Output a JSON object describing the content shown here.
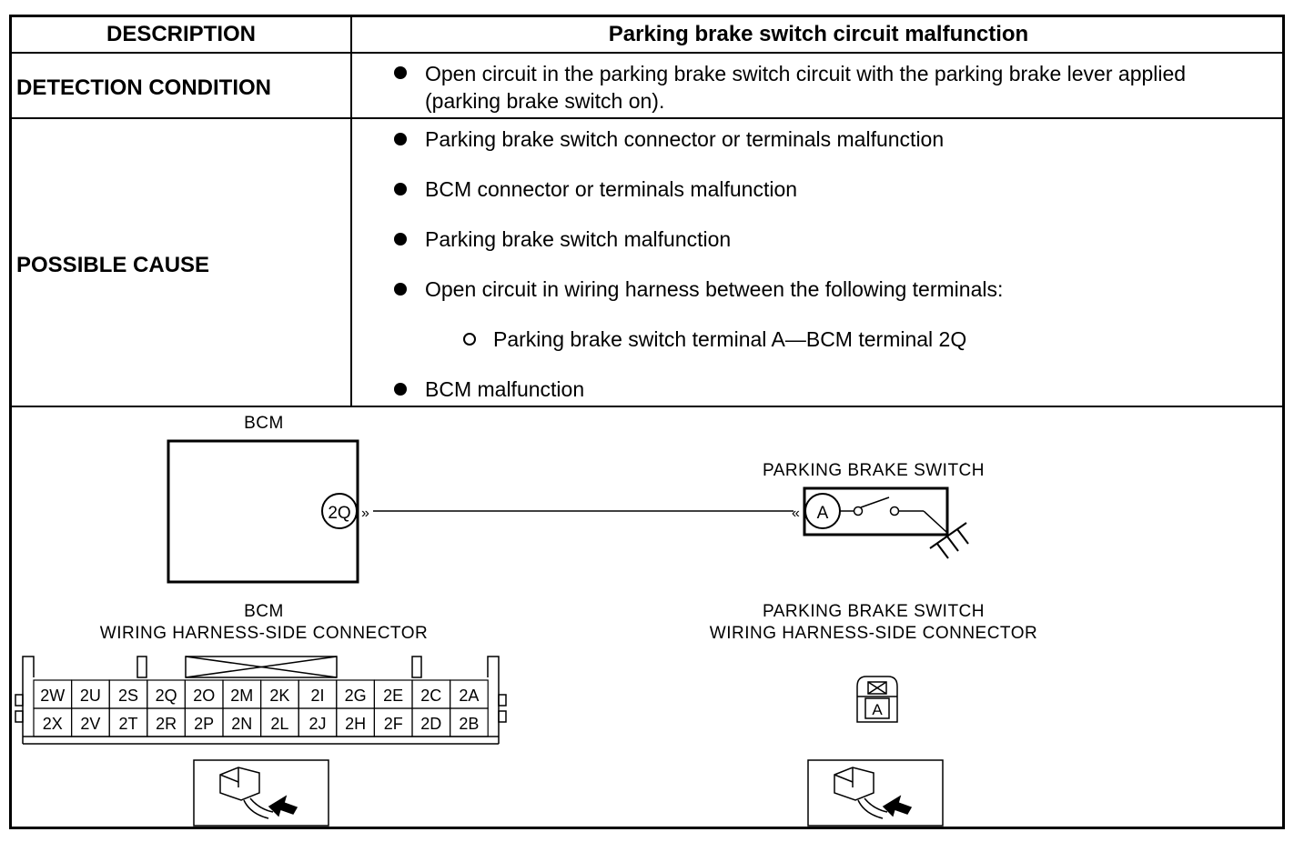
{
  "header": {
    "col1": "DESCRIPTION",
    "col2": "Parking brake switch circuit malfunction"
  },
  "detection": {
    "label": "DETECTION CONDITION",
    "items": [
      "Open circuit in the parking brake switch circuit with the parking brake lever applied",
      "(parking brake switch on)."
    ]
  },
  "possible_cause": {
    "label": "POSSIBLE CAUSE",
    "items": [
      "Parking brake switch connector or terminals malfunction",
      "BCM connector or terminals malfunction",
      "Parking brake switch malfunction",
      "Open circuit in wiring harness between the following terminals:",
      "BCM malfunction"
    ],
    "sub_item": "Parking brake switch terminal A—BCM terminal 2Q"
  },
  "diagram": {
    "bcm_label": "BCM",
    "bcm_terminal": "2Q",
    "switch_label": "PARKING BRAKE SWITCH",
    "switch_terminal": "A",
    "bcm_connector_title1": "BCM",
    "bcm_connector_title2": "WIRING HARNESS-SIDE CONNECTOR",
    "switch_connector_title1": "PARKING BRAKE SWITCH",
    "switch_connector_title2": "WIRING HARNESS-SIDE CONNECTOR",
    "bcm_pins_top": [
      "2W",
      "2U",
      "2S",
      "2Q",
      "2O",
      "2M",
      "2K",
      "2I",
      "2G",
      "2E",
      "2C",
      "2A"
    ],
    "bcm_pins_bottom": [
      "2X",
      "2V",
      "2T",
      "2R",
      "2P",
      "2N",
      "2L",
      "2J",
      "2H",
      "2F",
      "2D",
      "2B"
    ],
    "switch_pin": "A"
  }
}
